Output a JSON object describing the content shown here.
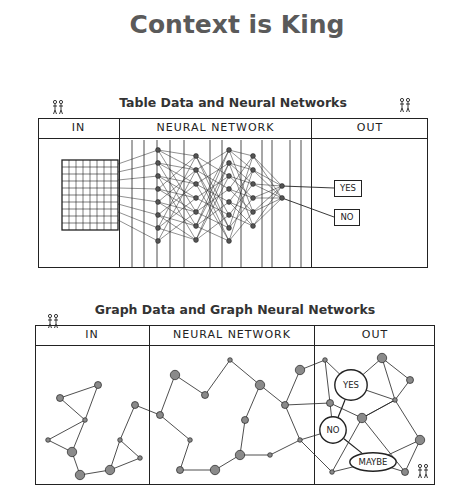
{
  "diagram": {
    "title": "Context is King",
    "nodes": [
      {
        "text": [
          "Table Data and Neural Networks"
        ]
      },
      {
        "text": [
          "IN"
        ],
        "in": 0
      },
      {
        "text": [
          "NEURAL NETWORK"
        ],
        "in": 0
      },
      {
        "text": [
          "OUT"
        ],
        "in": 0
      },
      {
        "text": [
          "YES"
        ],
        "in": 3
      },
      {
        "text": [
          "NO"
        ],
        "in": 3
      },
      {
        "text": [
          "Graph Data and Graph Neural Networks"
        ]
      },
      {
        "text": [
          "IN"
        ],
        "in": 6
      },
      {
        "text": [
          "NEURAL NETWORK"
        ],
        "in": 6
      },
      {
        "text": [
          "OUT"
        ],
        "in": 6
      },
      {
        "text": [
          "YES"
        ],
        "in": 9
      },
      {
        "text": [
          "NO"
        ],
        "in": 9
      },
      {
        "text": [
          "MAYBE"
        ],
        "in": 9
      }
    ],
    "edges": [
      {
        "from": 10,
        "to": 11,
        "arrow": "none"
      },
      {
        "from": 11,
        "to": 12,
        "arrow": "none"
      }
    ]
  }
}
